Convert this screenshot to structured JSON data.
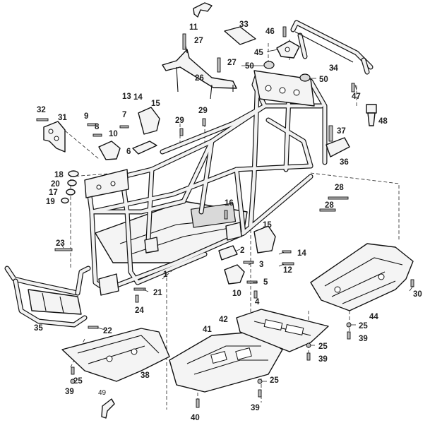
{
  "diagram": {
    "callouts": {
      "c11": "11",
      "c27a": "27",
      "c33": "33",
      "c46": "46",
      "c27b": "27",
      "c50a": "50",
      "c45": "45",
      "c34": "34",
      "c50b": "50",
      "c26": "26",
      "c13": "13",
      "c14a": "14",
      "c15a": "15",
      "c47": "47",
      "c32": "32",
      "c31": "31",
      "c9": "9",
      "c7": "7",
      "c29a": "29",
      "c29b": "29",
      "c48": "48",
      "c8": "8",
      "c10a": "10",
      "c6": "6",
      "c37": "37",
      "c36": "36",
      "c18": "18",
      "c20": "20",
      "c17": "17",
      "c19": "19",
      "c28a": "28",
      "c16": "16",
      "c28b": "28",
      "c15b": "15",
      "c23": "23",
      "c2": "2",
      "c14b": "14",
      "c3": "3",
      "c12": "12",
      "c1": "1",
      "c5": "5",
      "c10b": "10",
      "c21": "21",
      "c4": "4",
      "c30": "30",
      "c24": "24",
      "c35": "35",
      "c42": "42",
      "c44": "44",
      "c22": "22",
      "c41": "41",
      "c25a": "25",
      "c39a": "39",
      "c25b": "25",
      "c39b": "39",
      "c38": "38",
      "c25c": "25",
      "c39c": "39",
      "c25d": "25",
      "c49": "49",
      "c39d": "39",
      "c40": "40"
    }
  }
}
